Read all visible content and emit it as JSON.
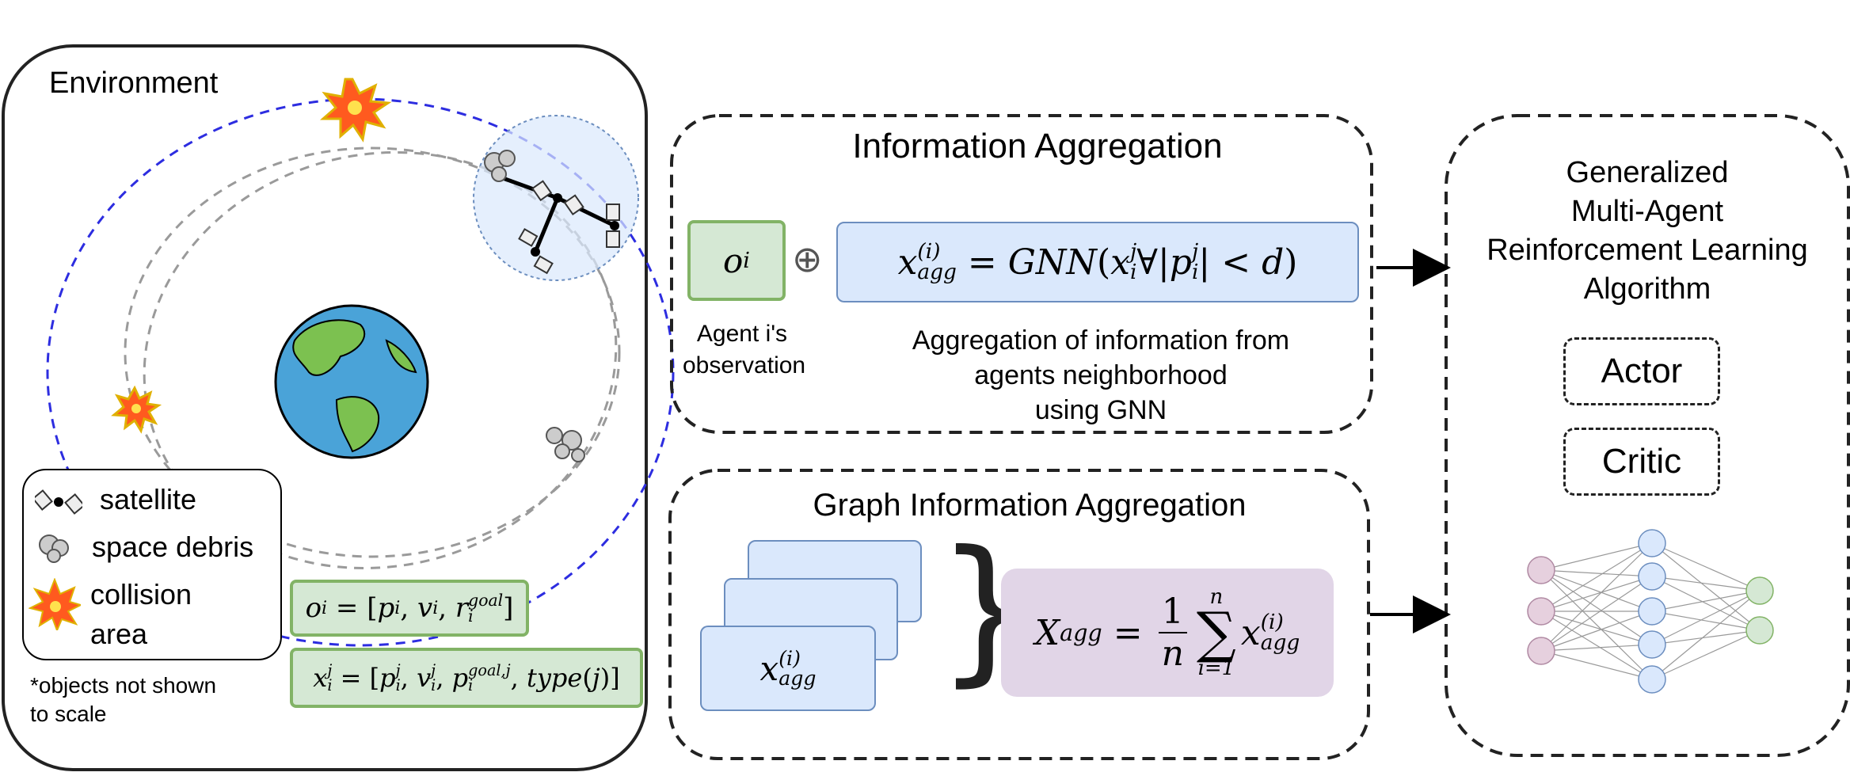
{
  "environment": {
    "title": "Environment",
    "legend": {
      "satellite": "satellite",
      "debris": "space debris",
      "collision_line1": "collision",
      "collision_line2": "area"
    },
    "note_line1": "*objects not shown",
    "note_line2": "to scale",
    "formula_obs": {
      "lhs_var": "o",
      "lhs_sub": "i",
      "p": "p",
      "p_sub": "i",
      "v": "v",
      "v_sub": "i",
      "r": "r",
      "r_sub": "i",
      "r_sup": "goal"
    },
    "formula_x": {
      "lhs_var": "x",
      "lhs_sub": "i",
      "lhs_sup": "j",
      "p": "p",
      "p_sub": "i",
      "p_sup": "j",
      "v": "v",
      "v_sub": "i",
      "v_sup": "j",
      "pg": "p",
      "pg_sub": "i",
      "pg_sup": "goal,j",
      "type_fn": "type",
      "type_arg": "j"
    }
  },
  "info_aggregation": {
    "title": "Information Aggregation",
    "obs_var": "o",
    "obs_sub": "i",
    "oplus": "⊕",
    "obs_caption_line1": "Agent i's",
    "obs_caption_line2": "observation",
    "gnn_formula": {
      "lhs": "x",
      "lhs_sub": "agg",
      "lhs_sup": "(i)",
      "fn": "GNN",
      "arg": "x",
      "arg_sub": "i",
      "arg_sup": "j",
      "forall": "∀",
      "abs": "p",
      "abs_sub": "i",
      "abs_sup": "j",
      "cmp": "< d"
    },
    "caption_line1": "Aggregation of information from",
    "caption_line2": "agents neighborhood",
    "caption_line3": "using GNN"
  },
  "graph_aggregation": {
    "title": "Graph Information Aggregation",
    "stack_var": "x",
    "stack_sub": "agg",
    "stack_sup": "(i)",
    "brace": "}",
    "formula": {
      "lhs": "X",
      "lhs_sub": "agg",
      "num": "1",
      "den": "n",
      "sum_top": "n",
      "sum_bottom": "i=1",
      "term": "x",
      "term_sub": "agg",
      "term_sup": "(i)"
    }
  },
  "marl": {
    "title_line1": "Generalized",
    "title_line2": "Multi-Agent",
    "title_line3": "Reinforcement Learning",
    "title_line4": "Algorithm",
    "actor": "Actor",
    "critic": "Critic"
  },
  "colors": {
    "green_fill": "#d5e8d4",
    "green_stroke": "#82b366",
    "blue_fill": "#dae8fc",
    "blue_stroke": "#6c8ebf",
    "purple_fill": "#e1d5e7",
    "orbit_blue": "#2d2de0",
    "orbit_gray": "#9a9a9a",
    "nn_input": "#e6d0de",
    "nn_hidden": "#dae8fc",
    "nn_output": "#d5e8d4"
  }
}
